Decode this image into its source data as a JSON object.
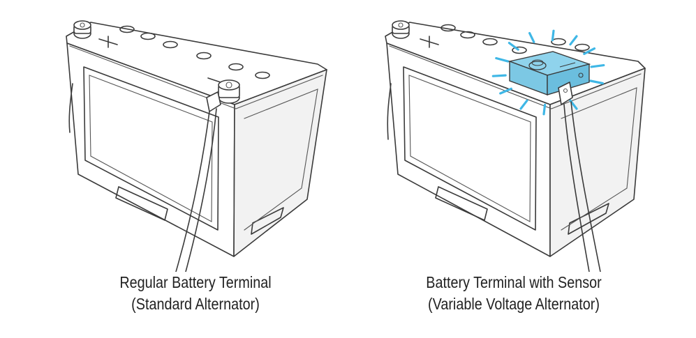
{
  "panels": [
    {
      "caption_line1": "Regular Battery Terminal",
      "caption_line2": "(Standard Alternator)",
      "has_sensor": false
    },
    {
      "caption_line1": "Battery Terminal with Sensor",
      "caption_line2": "(Variable Voltage Alternator)",
      "has_sensor": true
    }
  ],
  "colors": {
    "sensor": "#8fd3ec",
    "sensor_glow": "#3fb7e6",
    "outline": "#3a3a3a"
  }
}
